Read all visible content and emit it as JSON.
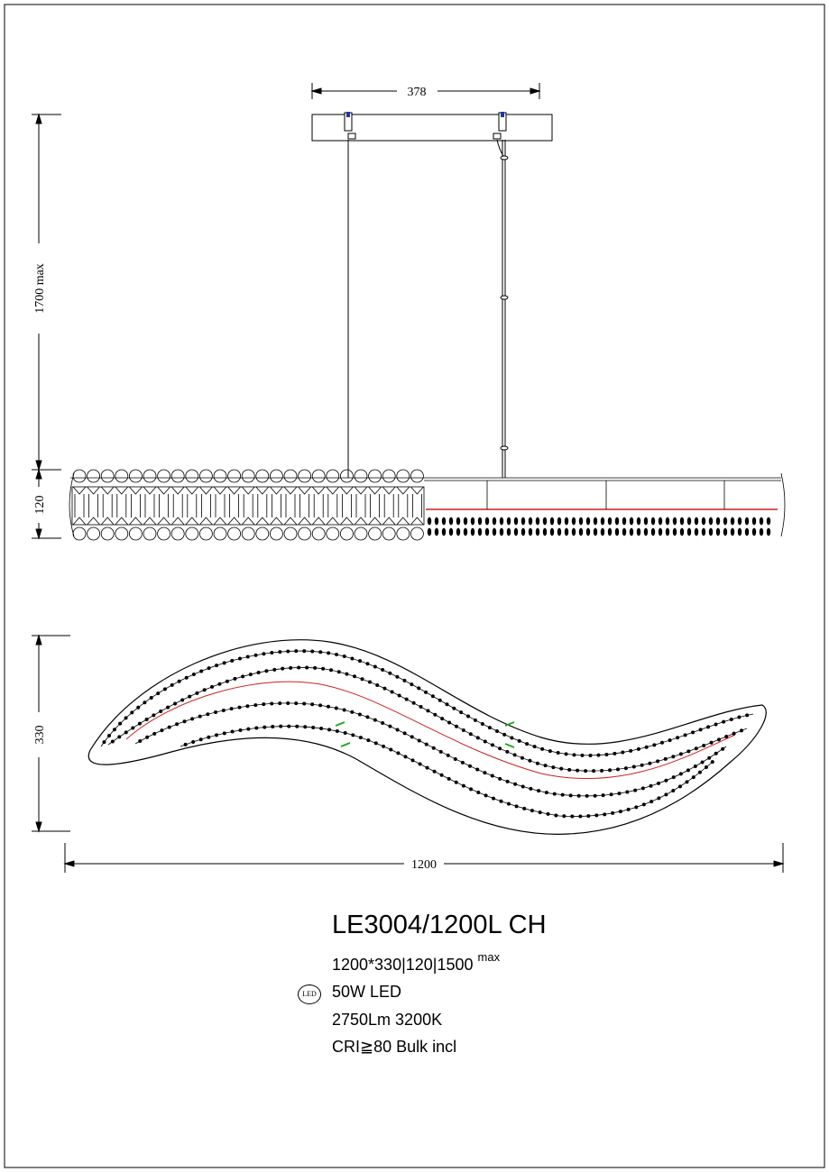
{
  "dimensions": {
    "ceiling_plate_width": "378",
    "max_height": "1700  max",
    "body_height": "120",
    "depth": "330",
    "length": "1200"
  },
  "specs": {
    "model": "LE3004/1200L  CH",
    "size": "1200*330|120|1500",
    "size_suffix": "max",
    "led_icon_label": "LED",
    "power": "50W LED",
    "lumens": "2750Lm  3200K",
    "cri": "CRI≧80 Bulk incl"
  },
  "colors": {
    "line": "#000000",
    "wire": "#cc2222",
    "clip": "#22aa22",
    "connector": "#2233aa"
  }
}
